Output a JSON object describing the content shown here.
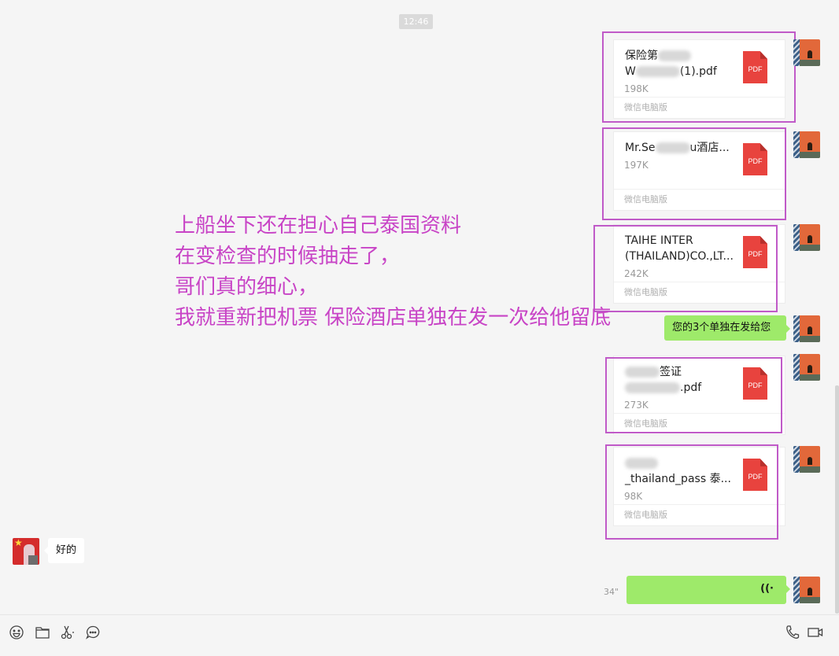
{
  "chat": {
    "timestamp": "12:46",
    "messages": [
      {
        "type": "file",
        "sender": "self",
        "name": "保险单…(1).pdf",
        "name_line1": "保险第",
        "name_line2": "W        (1).pdf",
        "size": "198K",
        "source": "微信电脑版",
        "icon": "pdf-icon",
        "icon_label": "PDF"
      },
      {
        "type": "file",
        "sender": "self",
        "name": "Mr.Se…酒店...",
        "name_line1": "Mr.Se",
        "name_line1_suffix": "u酒店...",
        "size": "197K",
        "source": "微信电脑版",
        "icon": "pdf-icon",
        "icon_label": "PDF"
      },
      {
        "type": "file",
        "sender": "self",
        "name": "TAIHE INTER (THAILAND)CO.,LT...",
        "name_line1": "TAIHE INTER",
        "name_line2": "(THAILAND)CO.,LT...",
        "size": "242K",
        "source": "微信电脑版",
        "icon": "pdf-icon",
        "icon_label": "PDF"
      },
      {
        "type": "text",
        "sender": "self",
        "text": "您的3个单独在发给您"
      },
      {
        "type": "file",
        "sender": "self",
        "name": "…签证….pdf",
        "name_line1": "签证",
        "name_line2": ".pdf",
        "size": "273K",
        "source": "微信电脑版",
        "icon": "pdf-icon",
        "icon_label": "PDF"
      },
      {
        "type": "file",
        "sender": "self",
        "name": "_thailand_pass 泰...",
        "name_line2": "_thailand_pass 泰...",
        "size": "98K",
        "source": "微信电脑版",
        "icon": "pdf-icon",
        "icon_label": "PDF"
      },
      {
        "type": "text",
        "sender": "other",
        "text": "好的"
      },
      {
        "type": "voice",
        "sender": "self",
        "duration": "34\"",
        "icon": "voice-wave-icon"
      }
    ]
  },
  "annotation": {
    "color": "#c844c6",
    "lines": [
      "上船坐下还在担心自己泰国资料",
      "在变检查的时候抽走了，",
      "哥们真的细心，",
      "我就重新把机票 保险酒店单独在发一次给他留底"
    ]
  },
  "toolbar": {
    "left_icons": [
      "emoji-icon",
      "folder-icon",
      "screenshot-scissors-icon",
      "chat-history-icon"
    ],
    "right_icons": [
      "voice-call-icon",
      "video-call-icon"
    ]
  },
  "colors": {
    "bubble_green": "#9eea6a",
    "pdf_red": "#e8433e",
    "highlight_border": "#c05ac8",
    "background": "#f5f5f5"
  }
}
